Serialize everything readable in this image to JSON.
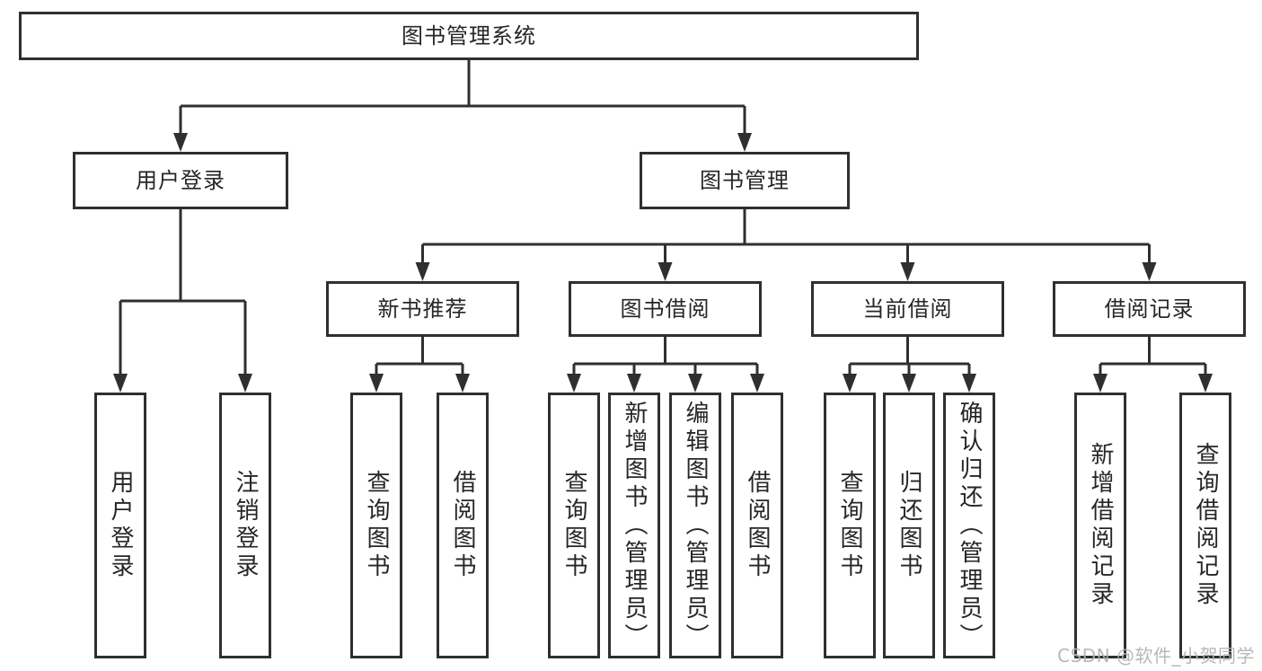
{
  "tree": {
    "root": {
      "label": "图书管理系统"
    },
    "branches": [
      {
        "label": "用户登录",
        "leaves": [
          {
            "label": "用户登录"
          },
          {
            "label": "注销登录"
          }
        ]
      },
      {
        "label": "图书管理",
        "children": [
          {
            "label": "新书推荐",
            "leaves": [
              {
                "label": "查询图书"
              },
              {
                "label": "借阅图书"
              }
            ]
          },
          {
            "label": "图书借阅",
            "leaves": [
              {
                "label": "查询图书"
              },
              {
                "label": "新增图书（管理员）"
              },
              {
                "label": "编辑图书（管理员）"
              },
              {
                "label": "借阅图书"
              }
            ]
          },
          {
            "label": "当前借阅",
            "leaves": [
              {
                "label": "查询图书"
              },
              {
                "label": "归还图书"
              },
              {
                "label": "确认归还（管理员）"
              }
            ]
          },
          {
            "label": "借阅记录",
            "leaves": [
              {
                "label": "新增借阅记录"
              },
              {
                "label": "查询借阅记录"
              }
            ]
          }
        ]
      }
    ]
  },
  "watermark": {
    "text": "CSDN @软件_小贺同学"
  },
  "colors": {
    "line": "#2f2f2f",
    "box_border": "#2f2f2f",
    "text": "#262626",
    "watermark": "#b2b2b2",
    "background": "#ffffff"
  }
}
